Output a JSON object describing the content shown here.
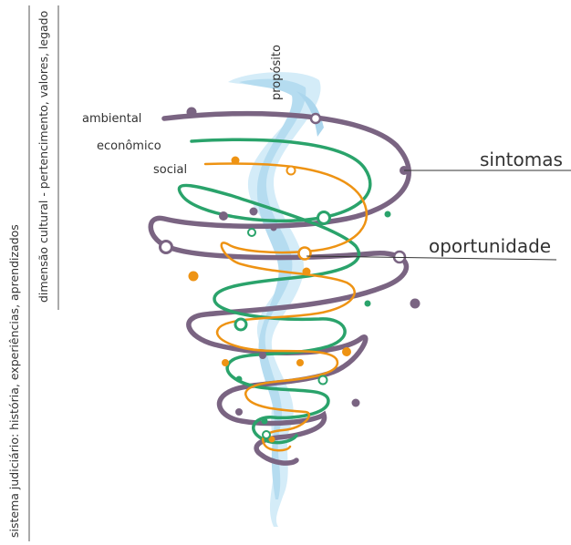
{
  "labels": {
    "sidebar_outer": "sistema judiciário: história, experiências, aprendizados",
    "sidebar_inner": "dimensão cultural - pertencimento, valores, legado",
    "proposito": "propósito",
    "ambiental": "ambiental",
    "economico": "econômico",
    "social": "social",
    "sintomas": "sintomas",
    "oportunidade": "oportunidade"
  },
  "colors": {
    "ambiental": "#7a6482",
    "economico": "#2aa36b",
    "social": "#ee9313",
    "proposito": "#b9dff2",
    "text": "#333333",
    "line": "#333333"
  }
}
